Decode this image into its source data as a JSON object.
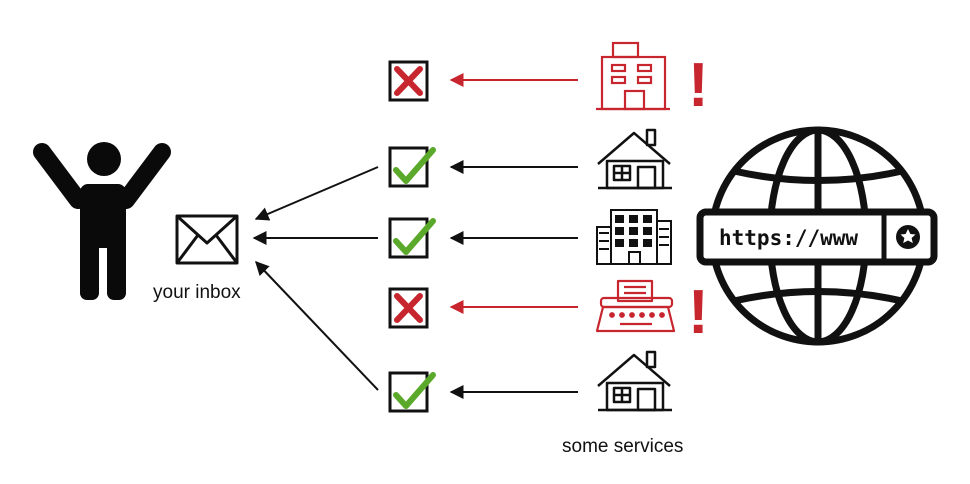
{
  "labels": {
    "inbox": "your inbox",
    "services": "some services",
    "url": "https://www"
  },
  "rows": [
    {
      "status": "rejected",
      "service_icon": "office-building-icon",
      "warning": "!"
    },
    {
      "status": "accepted",
      "service_icon": "house-icon",
      "warning": ""
    },
    {
      "status": "accepted",
      "service_icon": "apartment-building-icon",
      "warning": ""
    },
    {
      "status": "rejected",
      "service_icon": "typewriter-icon",
      "warning": "!"
    },
    {
      "status": "accepted",
      "service_icon": "house-icon",
      "warning": ""
    }
  ],
  "icons": {
    "person": "person-arms-up-icon",
    "inbox": "envelope-icon",
    "web": "globe-icon",
    "check": "checkmark-icon",
    "cross": "x-mark-icon"
  },
  "colors": {
    "rejected": "#c8262e",
    "accepted": "#5aa92a",
    "neutral": "#111111"
  }
}
